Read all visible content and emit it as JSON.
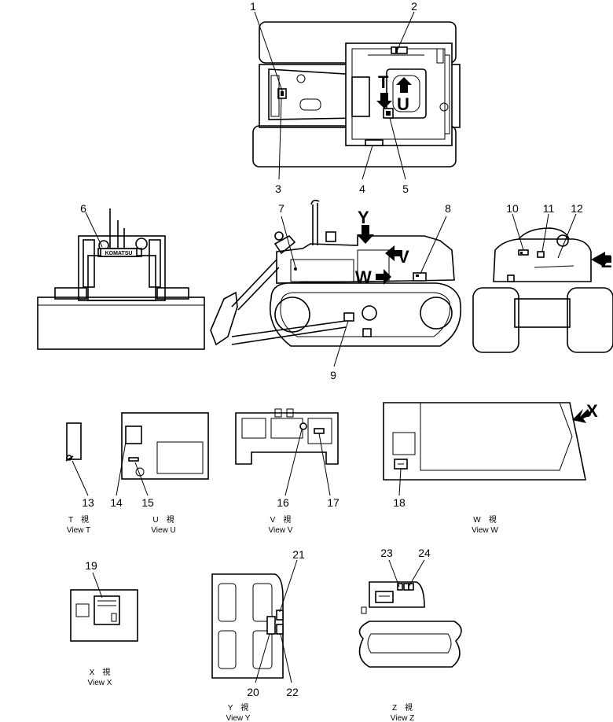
{
  "callouts": [
    "1",
    "2",
    "3",
    "4",
    "5",
    "6",
    "7",
    "8",
    "9",
    "10",
    "11",
    "12",
    "13",
    "14",
    "15",
    "16",
    "17",
    "18",
    "19",
    "20",
    "21",
    "22",
    "23",
    "24"
  ],
  "view_arrows": {
    "t": "T",
    "u": "U",
    "y": "Y",
    "v": "V",
    "w": "W",
    "z": "Z",
    "x": "X"
  },
  "brand_plate": "KOMATSU",
  "views": {
    "t": {
      "jp": "T　視",
      "en": "View  T"
    },
    "u": {
      "jp": "U　視",
      "en": "View  U"
    },
    "v": {
      "jp": "V　視",
      "en": "View  V"
    },
    "w": {
      "jp": "W　視",
      "en": "View  W"
    },
    "x": {
      "jp": "X　視",
      "en": "View  X"
    },
    "y": {
      "jp": "Y　視",
      "en": "View  Y"
    },
    "z": {
      "jp": "Z　視",
      "en": "View  Z"
    }
  }
}
